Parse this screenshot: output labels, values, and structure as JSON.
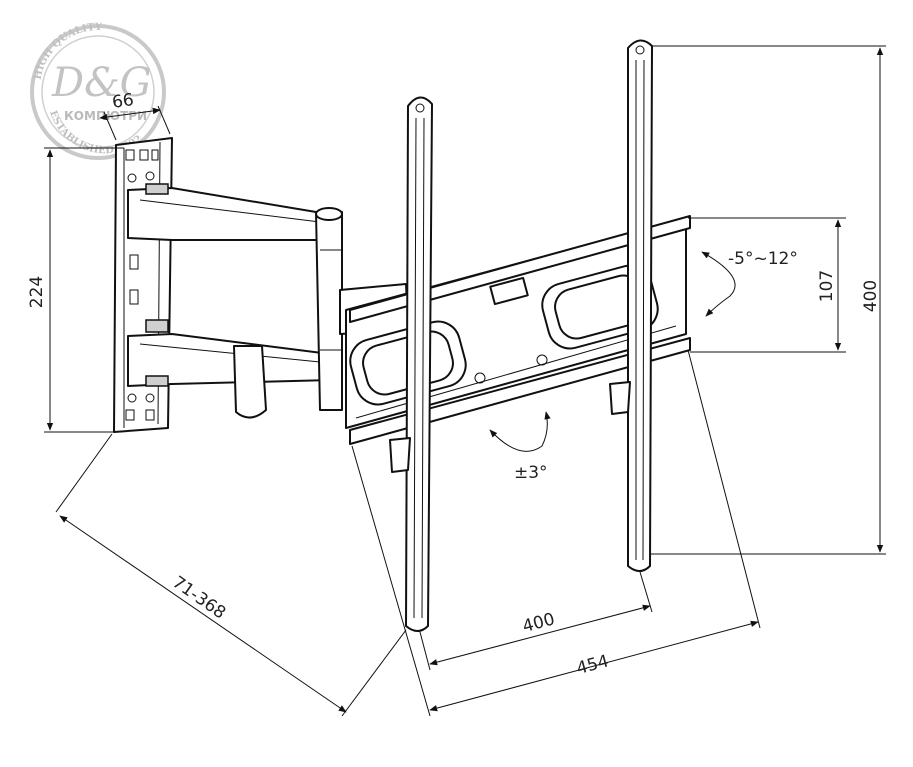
{
  "watermark": {
    "top_text": "HIGH QUALITY",
    "logo_text": "D&G",
    "mid_text": "КОМПЮТРИ",
    "bottom_text": "ESTABLISHED 2002"
  },
  "dimensions": {
    "wall_plate_width": "66",
    "wall_plate_height": "224",
    "arm_extension": "71-368",
    "vesa_horizontal": "400",
    "overall_width": "454",
    "vesa_vertical": "400",
    "rail_height": "107",
    "tilt_range": "-5°~12°",
    "level_adjust": "±3°"
  },
  "colors": {
    "line": "#111111",
    "watermark": "#bdbdbd",
    "background": "#ffffff"
  }
}
